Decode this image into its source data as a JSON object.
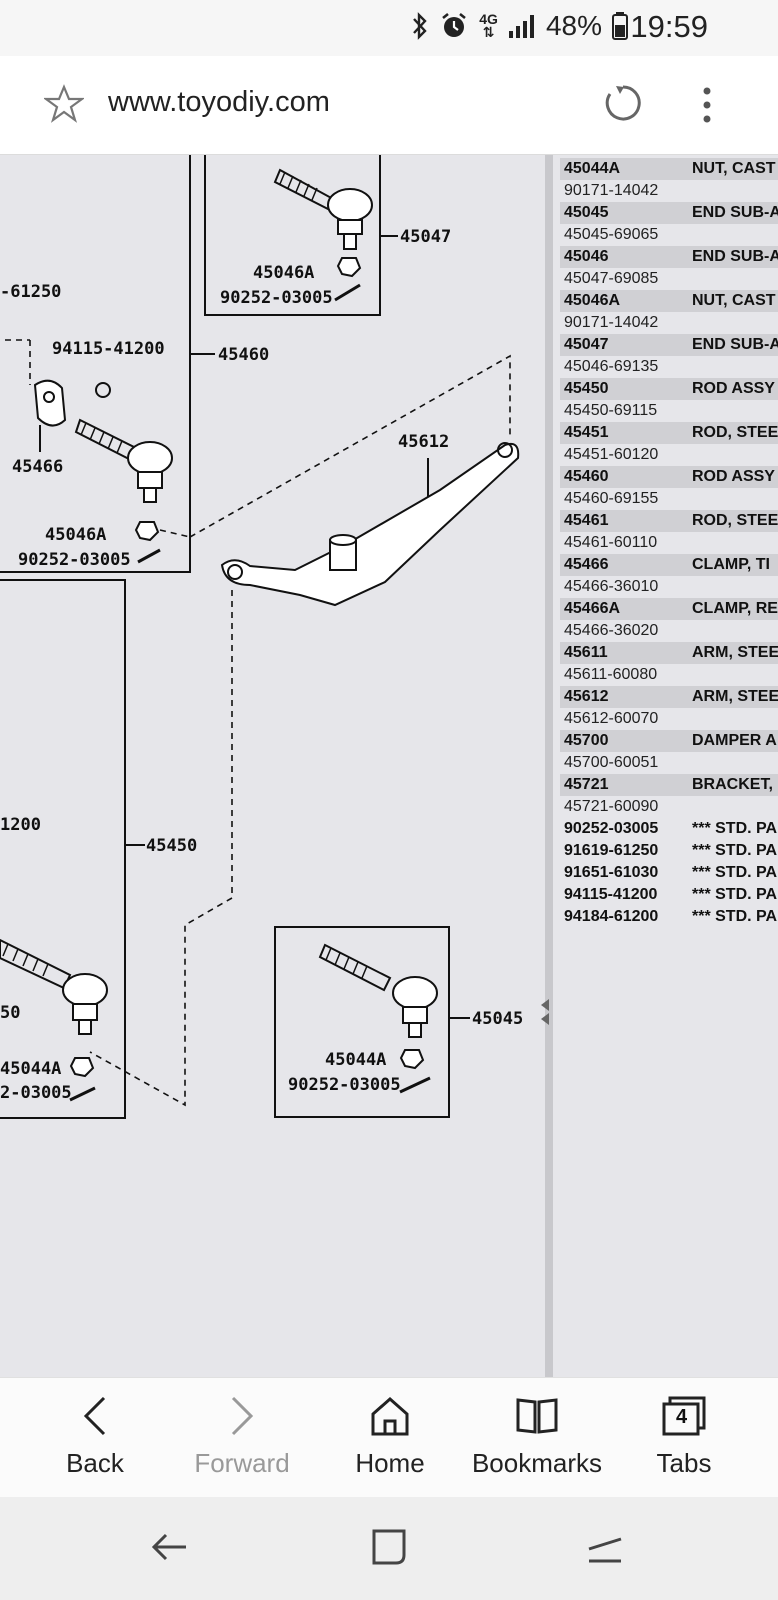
{
  "status_bar": {
    "network": "4G",
    "battery": "48%",
    "time": "19:59",
    "icons": [
      "bluetooth-icon",
      "alarm-icon",
      "signal-icon",
      "battery-icon"
    ]
  },
  "address_bar": {
    "url": "www.toyodiy.com",
    "icons": [
      "star-icon",
      "reload-icon",
      "more-menu-icon"
    ]
  },
  "diagram": {
    "labels": {
      "l45047": "45047",
      "l45046a_top": "45046A",
      "l90252_top": "90252-03005",
      "l61250": "-61250",
      "l94115": "94115-41200",
      "l45460": "45460",
      "l45466": "45466",
      "l45046a_mid": "45046A",
      "l90252_mid": "90252-03005",
      "l45612": "45612",
      "l1200": "1200",
      "l45450": "45450",
      "l50": "50",
      "l45044a_left": "45044A",
      "l90252_left": "2-03005",
      "l45045": "45045",
      "l45044a_right": "45044A",
      "l90252_right": "90252-03005"
    }
  },
  "parts": [
    {
      "num": "45044A",
      "desc": "NUT, CAST",
      "sub": "90171-14042"
    },
    {
      "num": "45045",
      "desc": "END SUB-A",
      "sub": "45045-69065"
    },
    {
      "num": "45046",
      "desc": "END SUB-A",
      "sub": "45047-69085"
    },
    {
      "num": "45046A",
      "desc": "NUT, CAST",
      "sub": "90171-14042"
    },
    {
      "num": "45047",
      "desc": "END SUB-A",
      "sub": "45046-69135"
    },
    {
      "num": "45450",
      "desc": "ROD ASSY",
      "sub": "45450-69115"
    },
    {
      "num": "45451",
      "desc": "ROD, STEE",
      "sub": "45451-60120"
    },
    {
      "num": "45460",
      "desc": "ROD ASSY",
      "sub": "45460-69155"
    },
    {
      "num": "45461",
      "desc": "ROD, STEE",
      "sub": "45461-60110"
    },
    {
      "num": "45466",
      "desc": "CLAMP, TI",
      "sub": "45466-36010"
    },
    {
      "num": "45466A",
      "desc": "CLAMP, RE",
      "sub": "45466-36020"
    },
    {
      "num": "45611",
      "desc": "ARM, STEE",
      "sub": "45611-60080"
    },
    {
      "num": "45612",
      "desc": "ARM, STEE",
      "sub": "45612-60070"
    },
    {
      "num": "45700",
      "desc": "DAMPER A",
      "sub": "45700-60051"
    },
    {
      "num": "45721",
      "desc": "BRACKET,",
      "sub": "45721-60090"
    }
  ],
  "std_parts": [
    {
      "num": "90252-03005",
      "desc": "*** STD. PA"
    },
    {
      "num": "91619-61250",
      "desc": "*** STD. PA"
    },
    {
      "num": "91651-61030",
      "desc": "*** STD. PA"
    },
    {
      "num": "94115-41200",
      "desc": "*** STD. PA"
    },
    {
      "num": "94184-61200",
      "desc": "*** STD. PA"
    }
  ],
  "toolbar": {
    "back": "Back",
    "forward": "Forward",
    "home": "Home",
    "bookmarks": "Bookmarks",
    "tabs": "Tabs",
    "tab_count": "4"
  },
  "colors": {
    "content_bg": "#e6e6ea",
    "row_highlight": "#d0d0d4",
    "disabled_text": "#999999"
  }
}
